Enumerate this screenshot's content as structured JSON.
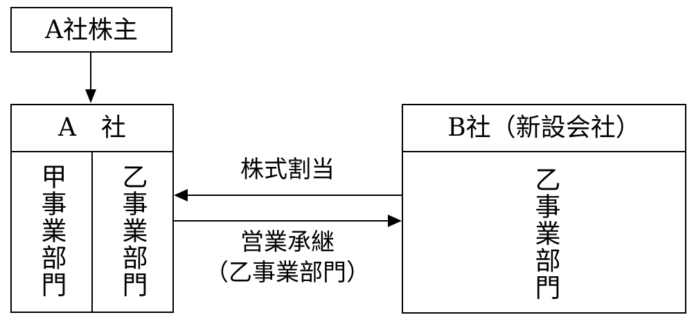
{
  "shareholder_box": {
    "label": "A社株主"
  },
  "company_a": {
    "title": "A　社",
    "left_division": "甲事業部門",
    "right_division": "乙事業部門"
  },
  "company_b": {
    "title": "B社（新設会社）",
    "division": "乙事業部門"
  },
  "flows": {
    "share_allotment": "株式割当",
    "business_succession": "営業承継",
    "business_succession_sub": "（乙事業部門）"
  },
  "colors": {
    "line": "#000000",
    "background": "#ffffff"
  }
}
